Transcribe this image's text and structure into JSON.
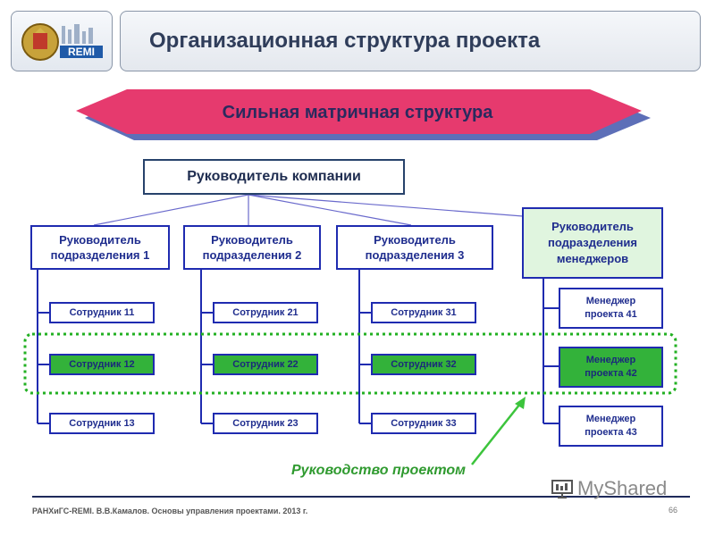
{
  "header": {
    "title": "Организационная структура проекта",
    "logo_text": "REMI"
  },
  "banner": {
    "label": "Сильная матричная структура"
  },
  "company_head": "Руководитель компании",
  "departments": [
    {
      "head": [
        "Руководитель",
        "подразделения 1"
      ],
      "employees": [
        "Сотрудник 11",
        "Сотрудник 12",
        "Сотрудник 13"
      ]
    },
    {
      "head": [
        "Руководитель",
        "подразделения 2"
      ],
      "employees": [
        "Сотрудник 21",
        "Сотрудник 22",
        "Сотрудник 23"
      ]
    },
    {
      "head": [
        "Руководитель",
        "подразделения 3"
      ],
      "employees": [
        "Сотрудник 31",
        "Сотрудник 32",
        "Сотрудник 33"
      ]
    }
  ],
  "managers_dept": {
    "head": [
      "Руководитель",
      "подразделения",
      "менеджеров"
    ],
    "managers": [
      [
        "Менеджер",
        "проекта 41"
      ],
      [
        "Менеджер",
        "проекта 42"
      ],
      [
        "Менеджер",
        "проекта 43"
      ]
    ]
  },
  "project_management_label": "Руководство проектом",
  "footer": {
    "text": "РАНХиГС-REMI. В.В.Камалов. Основы управления проектами. 2013 г.",
    "page": "66"
  },
  "watermark": "MyShared",
  "colors": {
    "navy_border": "#1f2bb0",
    "green_fill": "#33b23a",
    "mgr_fill": "#e0f5df",
    "banner_fill": "#e63a6e",
    "dotted_green": "#22b022"
  }
}
